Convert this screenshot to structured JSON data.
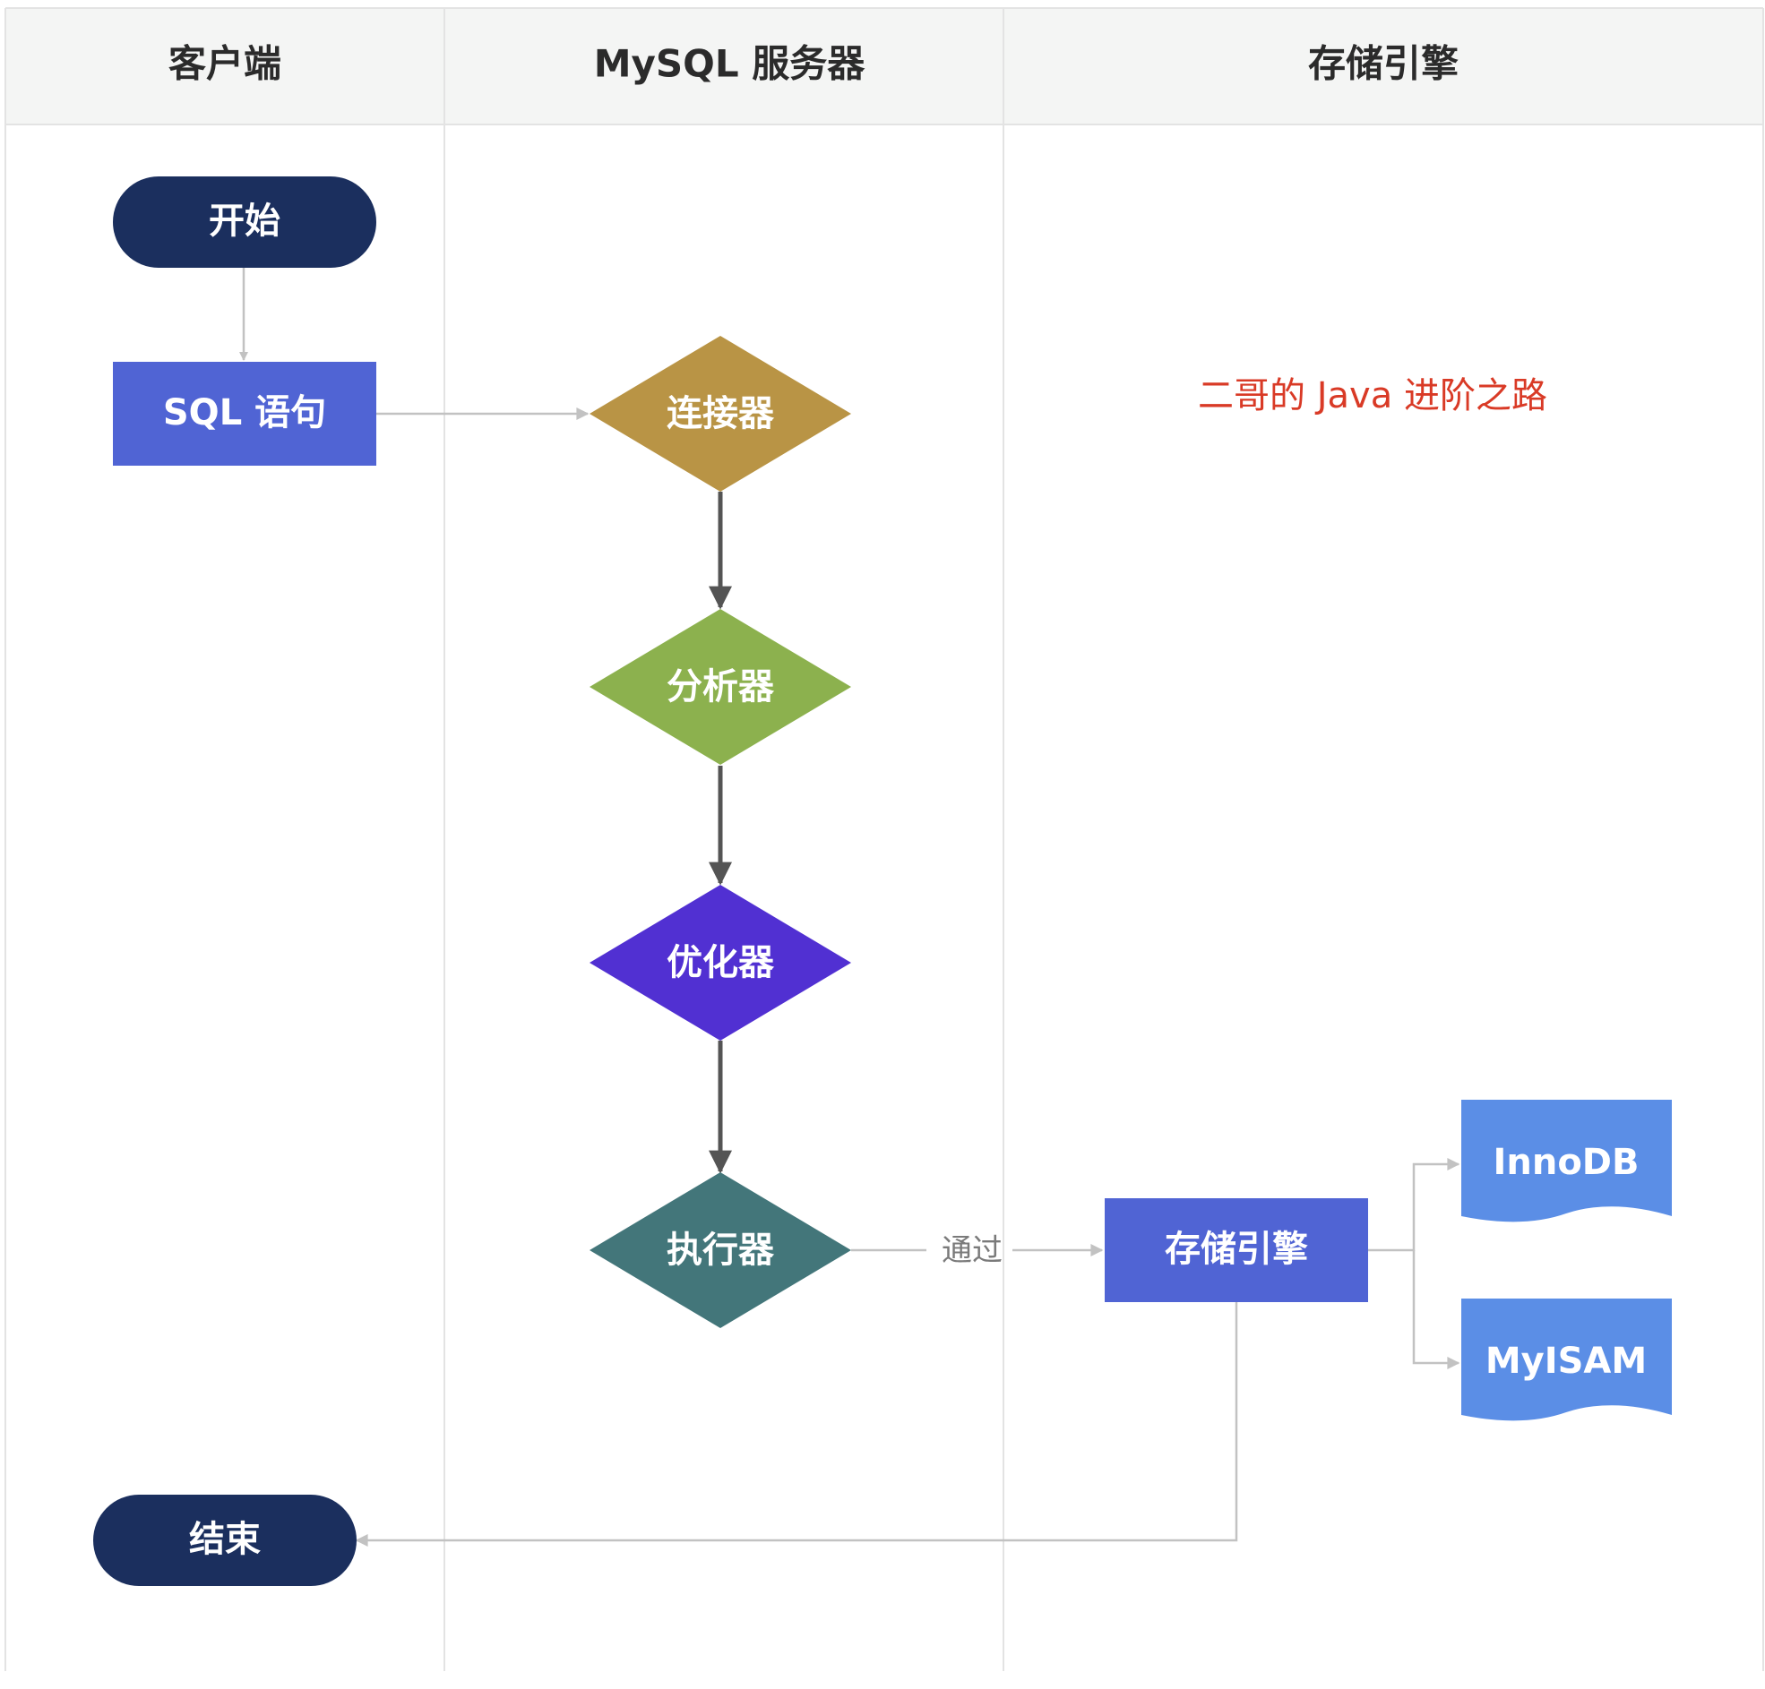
{
  "lanes": [
    {
      "title": "客户端"
    },
    {
      "title": "MySQL 服务器"
    },
    {
      "title": "存储引擎"
    }
  ],
  "nodes": {
    "start": {
      "label": "开始"
    },
    "sql": {
      "label": "SQL 语句"
    },
    "connector": {
      "label": "连接器"
    },
    "analyzer": {
      "label": "分析器"
    },
    "optimizer": {
      "label": "优化器"
    },
    "executor": {
      "label": "执行器"
    },
    "storage": {
      "label": "存储引擎"
    },
    "innodb": {
      "label": "InnoDB"
    },
    "myisam": {
      "label": "MyISAM"
    },
    "end": {
      "label": "结束"
    }
  },
  "edges": {
    "executor_storage": {
      "label": "通过"
    }
  },
  "watermark": "二哥的 Java 进阶之路",
  "colors": {
    "terminal": "#1b2f5e",
    "process": "#5064d4",
    "connector": "#b99445",
    "analyzer": "#8cb14e",
    "optimizer": "#5130d2",
    "executor": "#43767a",
    "document": "#5b8ee6",
    "header_bg": "#f4f5f4",
    "grid_line": "#e3e3e3",
    "thin_arrow": "#c2c2c2",
    "thick_arrow": "#545454",
    "watermark": "#d93a26"
  }
}
